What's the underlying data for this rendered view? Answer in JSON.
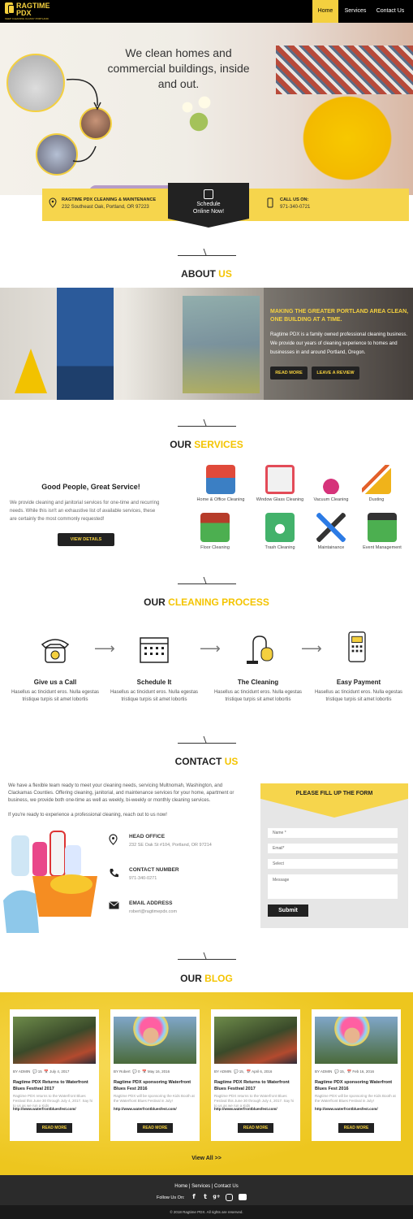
{
  "header": {
    "logo_line1": "RAGTIME",
    "logo_line2": "PDX",
    "logo_tagline": "KEEP CLEANING CLASSY PORTLAND",
    "nav": [
      "Home",
      "Services",
      "Contact Us"
    ],
    "nav_active": "Home",
    "accent_color": "#f4d03f"
  },
  "hero": {
    "title": "We clean homes and commercial buildings, inside and out."
  },
  "info_bar": {
    "company_title": "RAGTIME PDX CLEANING & MAINTENANCE",
    "address": "232 Southeast Oak, Portland, OR 97223",
    "schedule_line1": "Schedule",
    "schedule_line2": "Online Now!",
    "call_title": "CALL US ON:",
    "phone": "971-340-0721",
    "icons": [
      "location-pin-icon",
      "calendar-icon",
      "phone-icon"
    ]
  },
  "about": {
    "heading_a": "ABOUT",
    "heading_b": "US",
    "title": "MAKING THE GREATER PORTLAND AREA CLEAN, ONE BUILDING AT A TIME.",
    "text": "Ragtime PDX is a family owned professional cleaning business. We provide our years of cleaning experience to homes and businesses in and around Portland, Oregon.",
    "btn_read_more": "READ MORE",
    "btn_review": "LEAVE A REVIEW"
  },
  "services": {
    "heading_a": "OUR",
    "heading_b": "SERVICES",
    "title": "Good People, Great Service!",
    "text": "We provide cleaning and janitorial services for one-time and recurring needs. While this isn't an exhaustive list of available services, these are certainly the most commonly requested!",
    "btn": "VIEW DETAILS",
    "items": [
      {
        "label": "Home & Office Cleaning",
        "icon": "building-icon"
      },
      {
        "label": "Window Glass Cleaning",
        "icon": "window-icon"
      },
      {
        "label": "Vacuum Cleaning",
        "icon": "vacuum-icon"
      },
      {
        "label": "Dusting",
        "icon": "broom-icon"
      },
      {
        "label": "Floor Cleaning",
        "icon": "floor-cleaner-icon"
      },
      {
        "label": "Trash Cleaning",
        "icon": "trash-can-icon"
      },
      {
        "label": "Maintainance",
        "icon": "tools-icon"
      },
      {
        "label": "Event Management",
        "icon": "calendar-icon"
      }
    ]
  },
  "process": {
    "heading_a": "OUR",
    "heading_b": "CLEANING PROCESS",
    "steps": [
      {
        "title": "Give us a Call",
        "desc": "Hasellus ac tincidunt eros. Nulla egestas tristique turpis sit amet lobortis",
        "icon": "telephone-icon"
      },
      {
        "title": "Schedule It",
        "desc": "Hasellus ac tincidunt eros. Nulla egestas tristique turpis sit amet lobortis",
        "icon": "calendar-icon"
      },
      {
        "title": "The Cleaning",
        "desc": "Hasellus ac tincidunt eros. Nulla egestas tristique turpis sit amet lobortis",
        "icon": "vacuum-icon"
      },
      {
        "title": "Easy Payment",
        "desc": "Hasellus ac tincidunt eros. Nulla egestas tristique turpis sit amet lobortis",
        "icon": "card-terminal-icon"
      }
    ]
  },
  "contact": {
    "heading_a": "CONTACT",
    "heading_b": "US",
    "text1": "We have a flexible team ready to meet your cleaning needs, servicing Multnomah, Washington, and Clackamas Counties. Offering cleaning, janitorial, and maintenance services for your home, apartment or business, we provide both one-time as well as weekly, bi-weekly or monthly cleaning services.",
    "text2": "If you're ready to experience a professional cleaning, reach out to us now!",
    "office_title": "HEAD OFFICE",
    "office_value": "232 SE Oak St #104, Portland, OR 97214",
    "number_title": "CONTACT NUMBER",
    "number_value": "971-340-0271",
    "email_title": "EMAIL ADDRESS",
    "email_value": "robert@ragtimepdx.com",
    "form_title": "PLEASE FILL UP THE FORM",
    "fields": [
      "Name *",
      "Email*",
      "Select",
      "Message"
    ],
    "submit": "Submit"
  },
  "blog": {
    "heading_a": "OUR",
    "heading_b": "BLOG",
    "posts": [
      {
        "author": "BY ADMIN",
        "comments": "15",
        "date": "July 4, 2017",
        "title": "Ragtime PDX Returns to Waterfront Blues Festival 2017",
        "excerpt": "Ragtime PDX returns to the Waterfront Blues Festival this June 30 through July 4, 2017. Say hi to us as we run a Kids",
        "link": "http://www.waterfrontbluesfest.com/"
      },
      {
        "author": "BY Robert",
        "comments": "0",
        "date": "May 16, 2016",
        "title": "Ragtime PDX sponsoring Waterfront Blues Fest 2016",
        "excerpt": "Ragtime PDX will be sponsoring the Kids Booth at the Waterfront Blues Festival in July!",
        "link": "http://www.waterfrontbluesfest.com/"
      },
      {
        "author": "BY ADMIN",
        "comments": "15,",
        "date": "April 6, 2016",
        "title": "Ragtime PDX Returns to Waterfront Blues Festival 2017",
        "excerpt": "Ragtime PDX returns to the Waterfront Blues Festival this June 30 through July 4, 2017. Say hi to us as we run a Kids",
        "link": "http://www.waterfrontbluesfest.com/"
      },
      {
        "author": "BY ADMIN",
        "comments": "15,",
        "date": "Feb 16, 2016",
        "title": "Ragtime PDX sponsoring Waterfront Blues Fest 2016",
        "excerpt": "Ragtime PDX will be sponsoring the Kids Booth at the Waterfront Blues Festival in July!",
        "link": "http://www.waterfrontbluesfest.com/"
      }
    ],
    "read_more": "READ MORE",
    "view_all": "View All >>"
  },
  "footer": {
    "links": "Home | Services | Contact Us",
    "follow": "Follow Us On:",
    "social": [
      "facebook-icon",
      "twitter-icon",
      "google-plus-icon",
      "instagram-icon",
      "youtube-icon"
    ],
    "copyright": "© 2018 Ragtime PDX. All rights are reserved."
  }
}
